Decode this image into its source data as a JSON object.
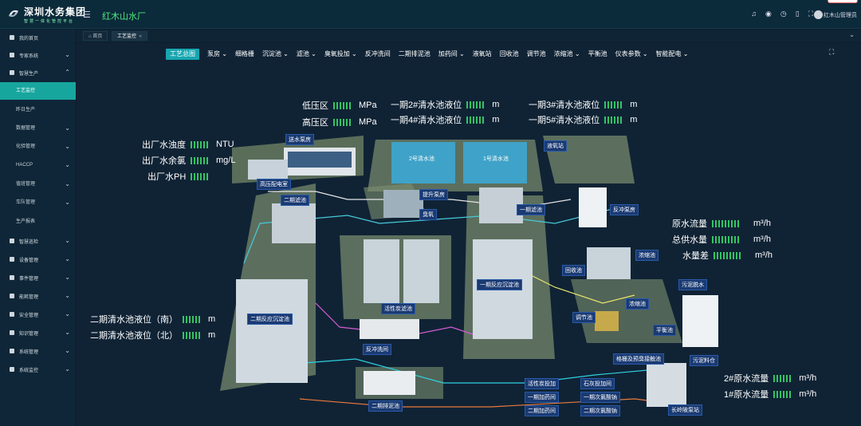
{
  "brand": {
    "name": "深圳水务集团",
    "subtitle": "智慧一体化管控平台"
  },
  "plant_title": "红木山水厂",
  "user": {
    "name": "红木山管理员"
  },
  "sidebar": {
    "items": [
      {
        "label": "我的首页"
      },
      {
        "label": "专家系统"
      },
      {
        "label": "智慧生产"
      },
      {
        "label": "智慧巡检"
      },
      {
        "label": "设备管理"
      },
      {
        "label": "事件管理"
      },
      {
        "label": "能耗管理"
      },
      {
        "label": "安全管理"
      },
      {
        "label": "知识管理"
      },
      {
        "label": "系统管理"
      },
      {
        "label": "系统监控"
      }
    ],
    "sub_items": [
      {
        "label": "工艺监控"
      },
      {
        "label": "昨日生产"
      },
      {
        "label": "数据管理"
      },
      {
        "label": "化验管理"
      },
      {
        "label": "HACCP"
      },
      {
        "label": "值班管理"
      },
      {
        "label": "车队管理"
      },
      {
        "label": "生产报表"
      }
    ]
  },
  "tabs": [
    {
      "label": "首页"
    },
    {
      "label": "工艺监控"
    }
  ],
  "subnav": [
    {
      "label": "工艺总图"
    },
    {
      "label": "泵房 ⌄"
    },
    {
      "label": "细格栅"
    },
    {
      "label": "沉淀池 ⌄"
    },
    {
      "label": "滤池 ⌄"
    },
    {
      "label": "臭氧投加 ⌄"
    },
    {
      "label": "反冲洗间"
    },
    {
      "label": "二期排泥池"
    },
    {
      "label": "加药间 ⌄"
    },
    {
      "label": "液氧站"
    },
    {
      "label": "回收池"
    },
    {
      "label": "调节池"
    },
    {
      "label": "浓缩池 ⌄"
    },
    {
      "label": "平衡池"
    },
    {
      "label": "仪表参数 ⌄"
    },
    {
      "label": "智能配电 ⌄"
    }
  ],
  "metrics": {
    "low_pressure": {
      "label": "低压区",
      "unit": "MPa"
    },
    "high_pressure": {
      "label": "高压区",
      "unit": "MPa"
    },
    "turbidity": {
      "label": "出厂水浊度",
      "unit": "NTU"
    },
    "chlorine": {
      "label": "出厂水余氯",
      "unit": "mg/L"
    },
    "ph": {
      "label": "出厂水PH",
      "unit": ""
    },
    "p1_2_level": {
      "label": "一期2#清水池液位",
      "unit": "m"
    },
    "p1_4_level": {
      "label": "一期4#清水池液位",
      "unit": "m"
    },
    "p1_3_level": {
      "label": "一期3#清水池液位",
      "unit": "m"
    },
    "p1_5_level": {
      "label": "一期5#清水池液位",
      "unit": "m"
    },
    "raw_flow": {
      "label": "原水流量",
      "unit": "m³/h"
    },
    "supply": {
      "label": "总供水量",
      "unit": "m³/h"
    },
    "diff": {
      "label": "水量差",
      "unit": "m³/h"
    },
    "p2_south": {
      "label": "二期清水池液位（南）",
      "unit": "m"
    },
    "p2_north": {
      "label": "二期清水池液位（北）",
      "unit": "m"
    },
    "raw2": {
      "label": "2#原水流量",
      "unit": "m³/h"
    },
    "raw1": {
      "label": "1#原水流量",
      "unit": "m³/h"
    }
  },
  "facilities": {
    "pump": "送水泵房",
    "hv_room": "高压配电室",
    "pool2": "2号清水池",
    "pool1": "1号清水池",
    "liquid_oxygen": "液氧站",
    "filter2": "二期滤池",
    "lift_pump": "提升泵房",
    "ozone": "臭氧",
    "filter1": "一期滤池",
    "backwash_pump": "反冲泵房",
    "concentrate": "浓缩池",
    "recovery": "回收池",
    "sludge_dewater": "污泥脱水",
    "sed1": "一期反应沉淀池",
    "carbon": "活性炭滤池",
    "sed2": "二期反应沉淀池",
    "regulating": "调节池",
    "concentrate2": "浓缩池",
    "balance": "平衡池",
    "backwash_room": "反冲洗间",
    "grille": "格栅及预臭接触池",
    "sludge_bin": "污泥料仓",
    "carbon_add": "活性炭投加",
    "lime_add": "石灰投加间",
    "p1_dosing": "一期加药间",
    "p1_naclo": "一期次氯酸钠",
    "p2_dosing": "二期加药间",
    "p2_naclo": "二期次氯酸钠",
    "p2_sludge": "二期排泥池",
    "changling": "长岭陂泵站"
  },
  "colors": {
    "accent": "#17a69e",
    "value_green": "#3be06a",
    "label_bg": "#1a3a72"
  }
}
